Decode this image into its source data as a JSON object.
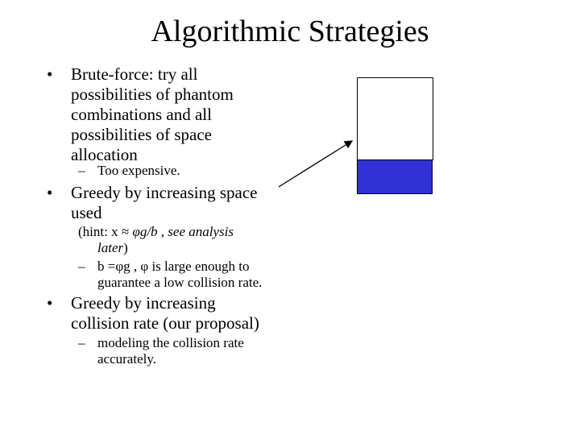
{
  "slide": {
    "title": "Algorithmic Strategies",
    "bullet_symbol": "•",
    "dash_symbol": "–",
    "bullets": [
      {
        "lines": [
          "Brute-force: try all",
          "possibilities of phantom",
          "combinations and all",
          "possibilities of space",
          "allocation"
        ],
        "sub": [
          {
            "lines": [
              "Too expensive."
            ]
          }
        ]
      },
      {
        "lines": [
          "Greedy by increasing space",
          "used"
        ],
        "hint": {
          "prefix": "(hint: x ≈ ",
          "formula": "φg/b , see analysis",
          "line2_italic": "later",
          "line2_end": ")"
        },
        "sub": [
          {
            "lines": [
              "b =φg , φ is large enough to",
              "guarantee a low collision rate."
            ]
          }
        ]
      },
      {
        "lines": [
          "Greedy by increasing",
          "collision rate (our proposal)"
        ],
        "sub": [
          {
            "lines": [
              "modeling the collision rate",
              "accurately."
            ]
          }
        ]
      }
    ]
  },
  "colors": {
    "box_fill": "#3131d6",
    "background": "#ffffff",
    "text": "#000000"
  }
}
